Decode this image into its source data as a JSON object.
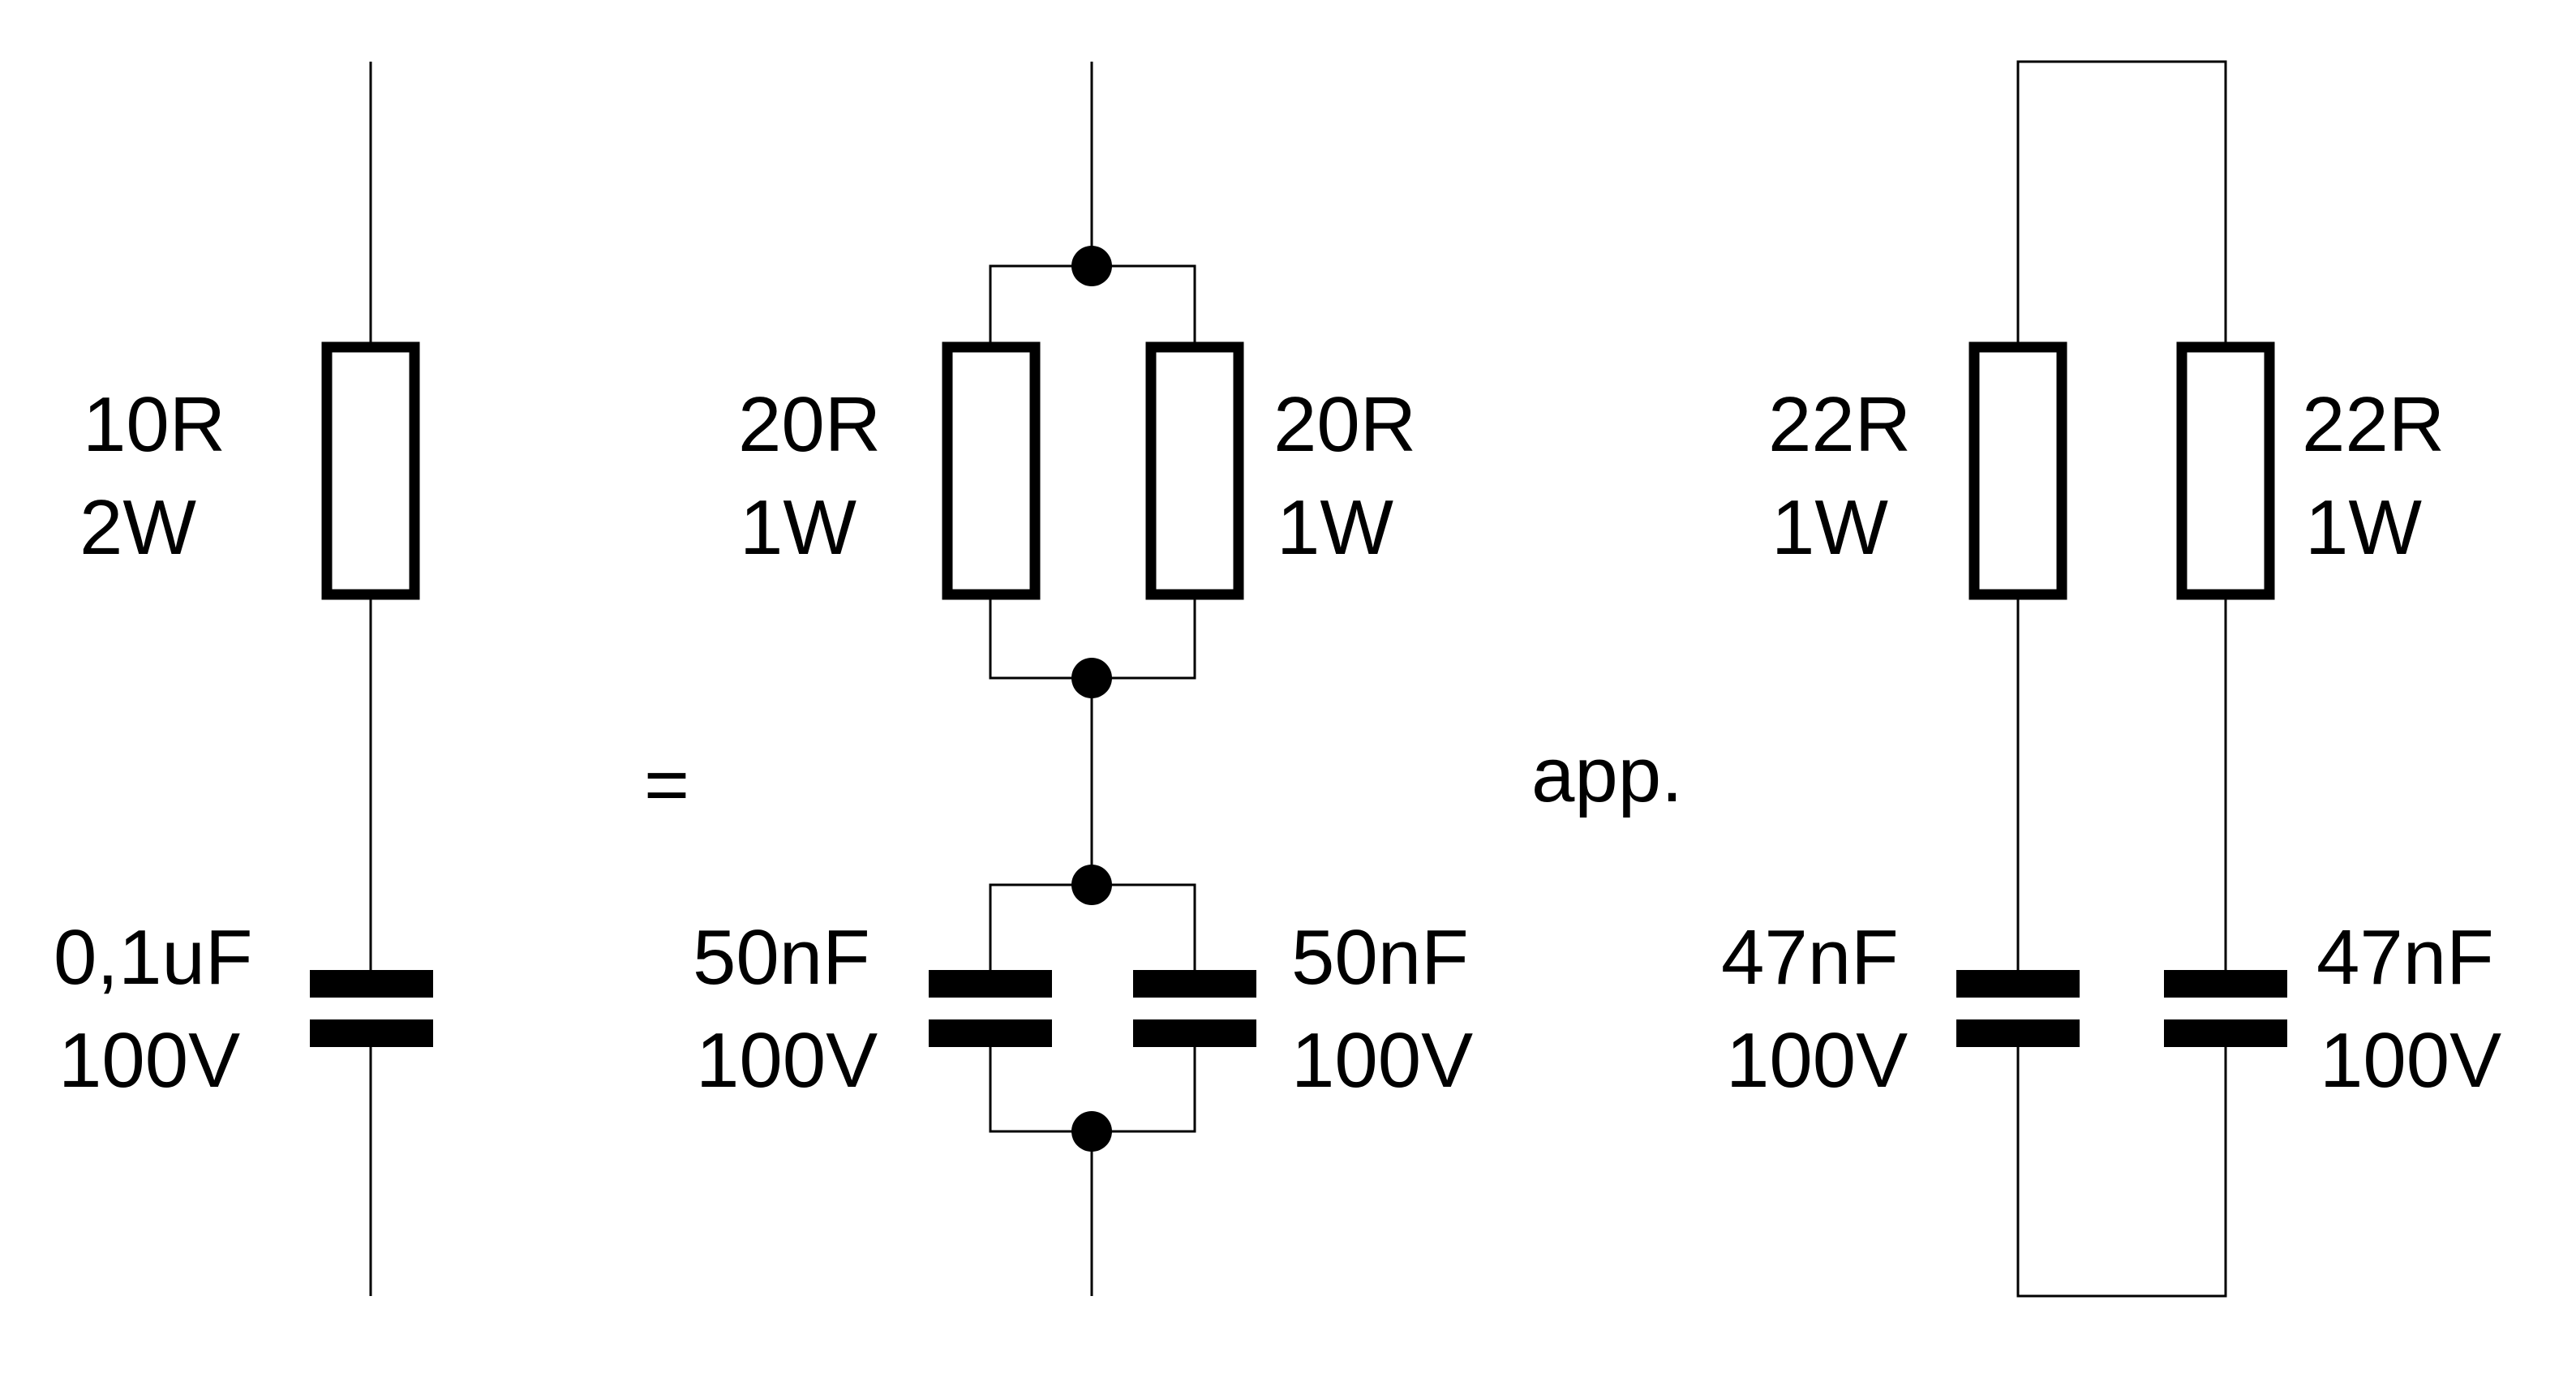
{
  "single": {
    "resistor": {
      "value": "10R",
      "power": "2W"
    },
    "capacitor": {
      "value": "0,1uF",
      "voltage": "100V"
    }
  },
  "equals_sign": "=",
  "split": {
    "resistors": [
      {
        "value": "20R",
        "power": "1W"
      },
      {
        "value": "20R",
        "power": "1W"
      }
    ],
    "capacitors": [
      {
        "value": "50nF",
        "voltage": "100V"
      },
      {
        "value": "50nF",
        "voltage": "100V"
      }
    ]
  },
  "approx_label": "app.",
  "practical": {
    "resistors": [
      {
        "value": "22R",
        "power": "1W"
      },
      {
        "value": "22R",
        "power": "1W"
      }
    ],
    "capacitors": [
      {
        "value": "47nF",
        "voltage": "100V"
      },
      {
        "value": "47nF",
        "voltage": "100V"
      }
    ]
  },
  "colors": {
    "ink": "#000000",
    "background": "#ffffff"
  }
}
